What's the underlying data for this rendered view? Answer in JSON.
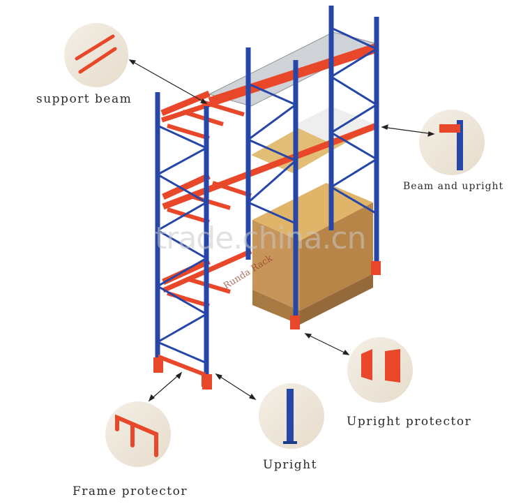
{
  "callouts": {
    "support_beam": "support beam",
    "beam_and_upright": "Beam and upright",
    "upright_protector": "Upright protector",
    "upright": "Upright",
    "frame_protector": "Frame protector"
  },
  "watermark": "trade.china.cn",
  "brand_mark": "Runda Rack",
  "colors": {
    "upright_blue": "#2646a8",
    "beam_orange": "#e8472a",
    "wood": "#dfb46a",
    "carton": "#c9985a",
    "circle_bg": "#efe8dc"
  }
}
